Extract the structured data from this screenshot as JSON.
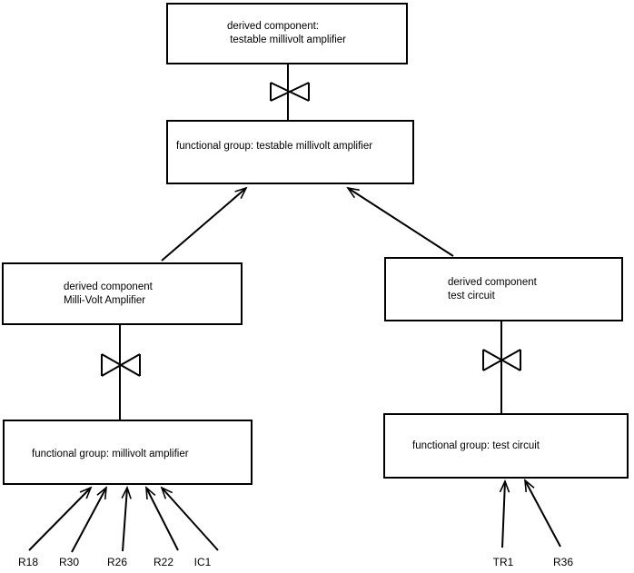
{
  "diagram": {
    "colors": {
      "background": "#ffffff",
      "line": "#000000",
      "text": "#000000"
    },
    "boxes": {
      "top_derived": {
        "line1": "derived component:",
        "line2": " testable millivolt amplifier"
      },
      "top_functional": {
        "label": "functional group: testable millivolt amplifier"
      },
      "left_derived": {
        "line1": "derived component",
        "line2": "Milli-Volt Amplifier"
      },
      "right_derived": {
        "line1": "derived component",
        "line2": "test circuit"
      },
      "left_functional": {
        "label": "functional group: millivolt amplifier"
      },
      "right_functional": {
        "label": "functional group: test circuit"
      }
    },
    "left_leaf_labels": [
      "R18",
      "R30",
      "R26",
      "R22",
      "IC1"
    ],
    "right_leaf_labels": [
      "TR1",
      "R36"
    ]
  }
}
